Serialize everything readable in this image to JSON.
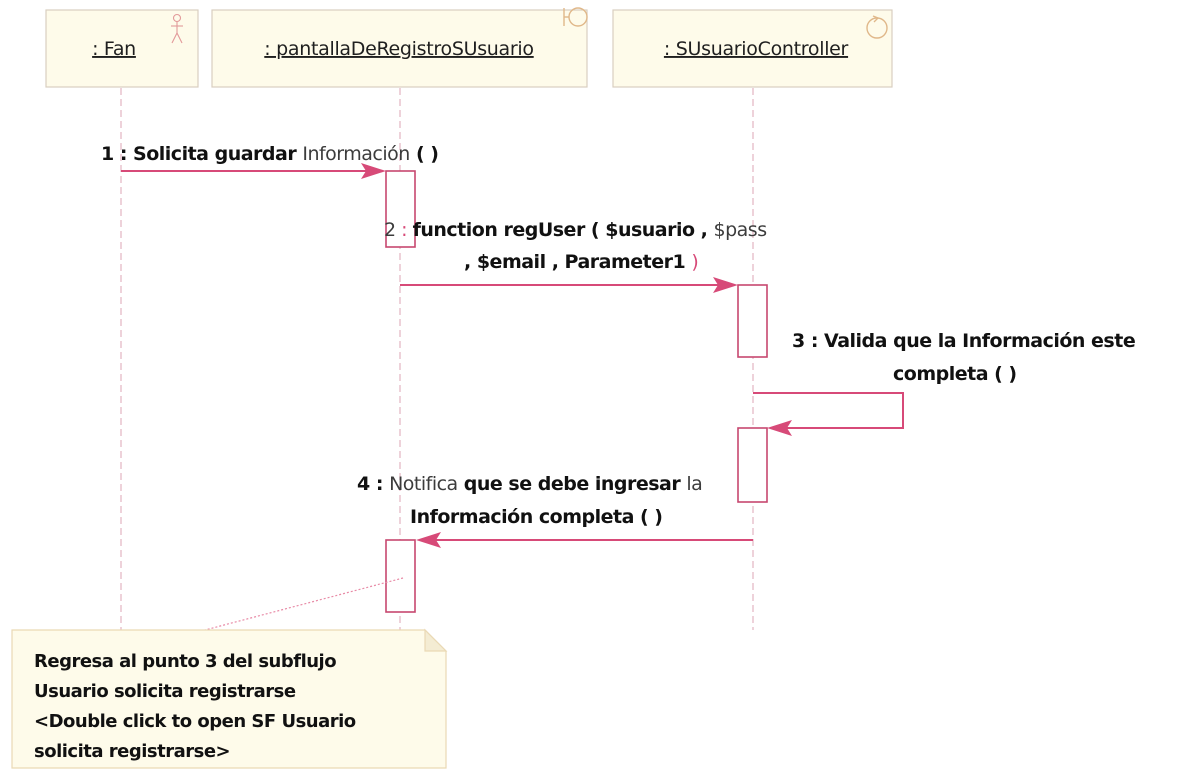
{
  "lifelines": [
    {
      "name": ": Fan",
      "stereotype_icon": "actor-icon"
    },
    {
      "name": ": pantallaDeRegistroSUsuario",
      "stereotype_icon": "boundary-icon"
    },
    {
      "name": ": SUsuarioController",
      "stereotype_icon": "control-icon"
    }
  ],
  "messages": [
    {
      "number": "1",
      "lines": [
        [
          {
            "t": "1 : Solicita guardar ",
            "s": "bold"
          },
          {
            "t": "Información",
            "s": "light"
          },
          {
            "t": " ( )",
            "s": "bold"
          }
        ]
      ]
    },
    {
      "number": "2",
      "lines": [
        [
          {
            "t": "2 ",
            "s": "light"
          },
          {
            "t": ": ",
            "s": "pink"
          },
          {
            "t": "function regUser ( $usuario , ",
            "s": "bold"
          },
          {
            "t": "$pass",
            "s": "light"
          }
        ],
        [
          {
            "t": ", $email , Parameter1 ",
            "s": "bold"
          },
          {
            "t": ")",
            "s": "pink"
          }
        ]
      ]
    },
    {
      "number": "3",
      "lines": [
        [
          {
            "t": "3 : Valida que la Información este",
            "s": "bold"
          }
        ],
        [
          {
            "t": "completa ( )",
            "s": "bold"
          }
        ]
      ]
    },
    {
      "number": "4",
      "lines": [
        [
          {
            "t": "4 : ",
            "s": "bold"
          },
          {
            "t": "Notifica",
            "s": "light"
          },
          {
            "t": " que se debe ingresar ",
            "s": "bold"
          },
          {
            "t": "la",
            "s": "light"
          }
        ],
        [
          {
            "t": "Información completa ( )",
            "s": "bold"
          }
        ]
      ]
    }
  ],
  "note": {
    "lines": [
      "Regresa al punto 3 del subflujo",
      "Usuario solicita registrarse",
      "<Double click to open SF Usuario",
      "solicita registrarse>"
    ]
  },
  "colors": {
    "message": "#d74a78",
    "activation": "#c7486f",
    "box_fill": "#fefbea",
    "lifeline": "#e3b4c2"
  }
}
